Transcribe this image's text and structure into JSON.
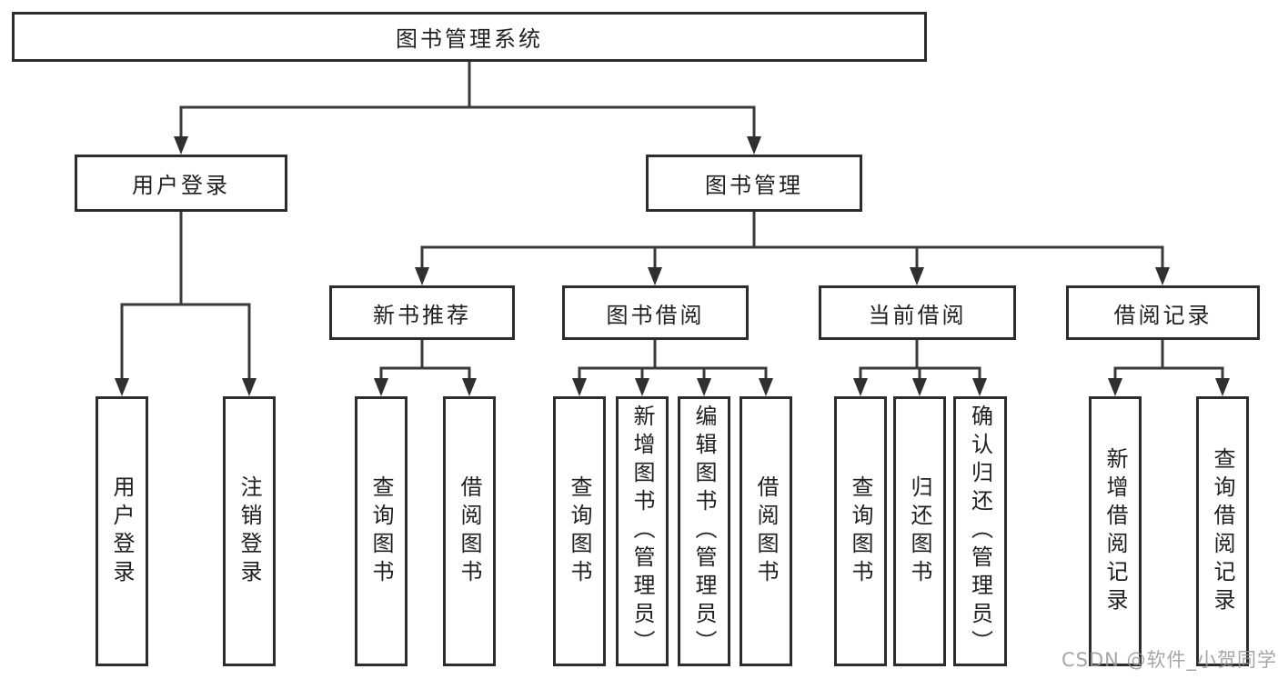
{
  "diagram_title": "图书管理系统",
  "tree": {
    "root": {
      "label": "图书管理系统"
    },
    "branches": [
      {
        "label": "用户登录",
        "leaves": [
          "用户登录",
          "注销登录"
        ]
      },
      {
        "label": "图书管理",
        "children": [
          {
            "label": "新书推荐",
            "leaves": [
              "查询图书",
              "借阅图书"
            ]
          },
          {
            "label": "图书借阅",
            "leaves": [
              "查询图书",
              "新增图书（管理员）",
              "编辑图书（管理员）",
              "借阅图书"
            ]
          },
          {
            "label": "当前借阅",
            "leaves": [
              "查询图书",
              "归还图书",
              "确认归还（管理员）"
            ]
          },
          {
            "label": "借阅记录",
            "leaves": [
              "新增借阅记录",
              "查询借阅记录"
            ]
          }
        ]
      }
    ]
  },
  "watermark": {
    "text": "CSDN @软件_小贺同学"
  },
  "colors": {
    "connector_line": "#3a3a3a",
    "box_border": "#2d2d2d",
    "label_text": "#1f1f1f",
    "watermark_text": "#969696",
    "background": "#ffffff"
  }
}
